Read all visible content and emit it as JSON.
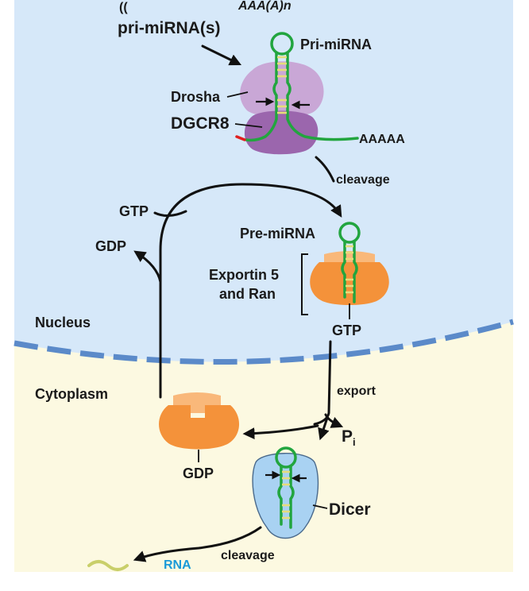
{
  "labels": {
    "header_fragment": "AAA(A)n",
    "pri_mirnas": "pri-miRNA(s)",
    "pri_mirna": "Pri-miRNA",
    "drosha": "Drosha",
    "dgcr8": "DGCR8",
    "polya": "AAAAA",
    "cleavage_top": "cleavage",
    "gtp_left": "GTP",
    "gdp_left": "GDP",
    "pre_mirna": "Pre-miRNA",
    "exportin_line1": "Exportin 5",
    "exportin_line2": "and Ran",
    "nucleus": "Nucleus",
    "gtp_right": "GTP",
    "cytoplasm": "Cytoplasm",
    "export": "export",
    "pi_base": "P",
    "pi_sub": "i",
    "gdp_bottom": "GDP",
    "dicer": "Dicer",
    "cleavage_bottom": "cleavage",
    "rna_fragment": "RNA"
  },
  "colors": {
    "nucleus_fill": "#d6e8f9",
    "cytoplasm_fill": "#fcf9e1",
    "membrane": "#5b8ac9",
    "drosha": "#c9a7d6",
    "dgcr8": "#9b66ad",
    "exportin": "#f4923a",
    "exportin_top": "#f9b87a",
    "dicer": "#a9d2f2",
    "rna": "#22a53f",
    "rung": "#e6dc7a"
  }
}
